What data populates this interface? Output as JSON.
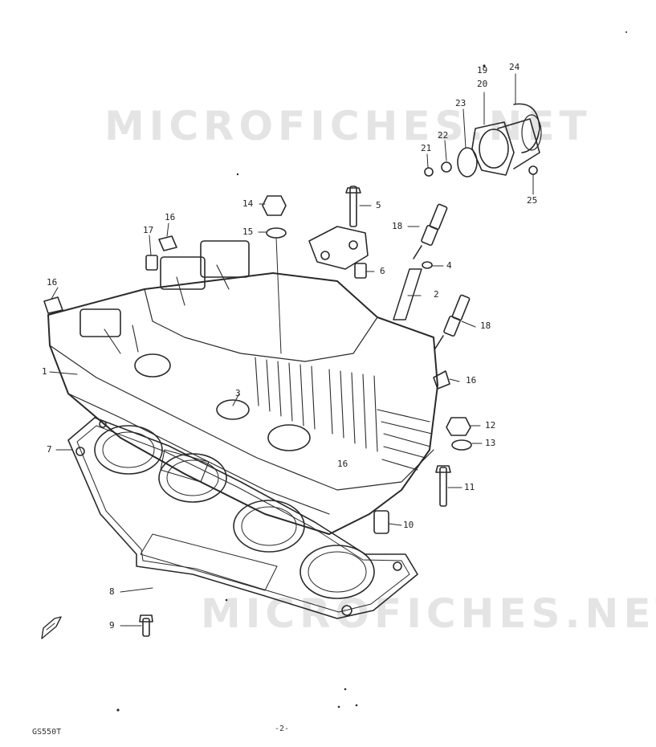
{
  "watermarks": [
    "MICROFICHES.NET",
    "MICROFICHES.NET"
  ],
  "callouts": {
    "c1": "1",
    "c2": "2",
    "c3": "3",
    "c4": "4",
    "c5": "5",
    "c6": "6",
    "c7": "7",
    "c8": "8",
    "c9": "9",
    "c10": "10",
    "c11": "11",
    "c12": "12",
    "c13": "13",
    "c14": "14",
    "c15": "15",
    "c16a": "16",
    "c16b": "16",
    "c16c": "16",
    "c16d": "16",
    "c17": "17",
    "c18a": "18",
    "c18b": "18",
    "c19": "19",
    "c20": "20",
    "c21": "21",
    "c22": "22",
    "c23": "23",
    "c24": "24",
    "c25": "25"
  },
  "footer": {
    "model_code": "GS550T",
    "page_number": "-2-"
  },
  "colors": {
    "line": "#2a2a2a",
    "watermark": "#e4e4e4",
    "paper": "#ffffff"
  },
  "icons": {
    "front_arrow": "front-direction-icon"
  }
}
